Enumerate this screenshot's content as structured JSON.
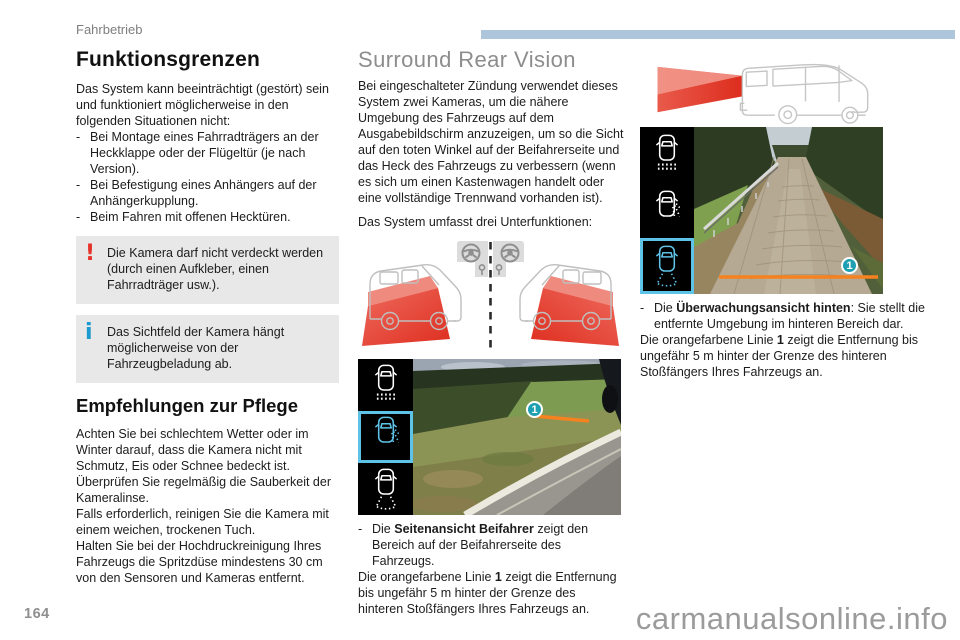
{
  "page": {
    "breadcrumb": "Fahrbetrieb",
    "page_number": "164",
    "watermark": "carmanualsonline.info"
  },
  "glyphs": {
    "dash": "-",
    "warning": "!",
    "info": "i"
  },
  "colors": {
    "accent_bar": "#adc6dc",
    "warning_red": "#e5332a",
    "info_blue": "#1d9bd1",
    "highlight_blue": "#5fc2e7",
    "marker_teal": "#1f9fb2",
    "line_orange": "#f5821f",
    "camera_zone_red": "#e64536"
  },
  "left_column": {
    "title": "Funktionsgrenzen",
    "intro": "Das System kann beeinträchtigt (gestört) sein und funktioniert möglicherweise in den folgenden Situationen nicht:",
    "bullets": [
      "Bei Montage eines Fahrradträgers an der Heckklappe oder der Flügeltür (je nach Version).",
      "Bei Befestigung eines Anhängers auf der Anhängerkupplung.",
      "Beim Fahren mit offenen Hecktüren."
    ],
    "warning_box": "Die Kamera darf nicht verdeckt werden (durch einen Aufkleber, einen Fahrradträger usw.).",
    "info_box": "Das Sichtfeld der Kamera hängt möglicherweise von der Fahrzeugbeladung ab.",
    "care_title": "Empfehlungen zur Pflege",
    "care_text": "Achten Sie bei schlechtem Wetter oder im Winter darauf, dass die Kamera nicht mit Schmutz, Eis oder Schnee bedeckt ist.\nÜberprüfen Sie regelmäßig die Sauberkeit der Kameralinse.\nFalls erforderlich, reinigen Sie die Kamera mit einem weichen, trockenen Tuch.\nHalten Sie bei der Hochdruckreinigung Ihres Fahrzeugs die Spritzdüse mindestens 30 cm von den Sensoren und Kameras entfernt."
  },
  "middle_column": {
    "title": "Surround Rear Vision",
    "intro": "Bei eingeschalteter Zündung verwendet dieses System zwei Kameras, um die nähere Umgebung des Fahrzeugs auf dem Ausgabebildschirm anzuzeigen, um so die Sicht auf den toten Winkel auf der Beifahrerseite und das Heck des Fahrzeugs zu verbessern (wenn es sich um einen Kastenwagen handelt oder eine vollständige Trennwand vorhanden ist).",
    "subfunctions_line": "Das System umfasst drei Unterfunktionen:",
    "marker_label": "1",
    "bullet": {
      "pre": "Die ",
      "bold": "Seitenansicht Beifahrer",
      "post": " zeigt den Bereich auf der Beifahrerseite des Fahrzeugs."
    },
    "orange_note": {
      "pre": "Die orangefarbene Linie ",
      "bold": "1",
      "post": " zeigt die Entfernung bis ungefähr 5 m hinter der Grenze des hinteren Stoßfängers Ihres Fahrzeugs an."
    }
  },
  "right_column": {
    "marker_label": "1",
    "bullet": {
      "pre": "Die ",
      "bold": "Überwachungsansicht hinten",
      "post": ": Sie stellt die entfernte Umgebung im hinteren Bereich dar."
    },
    "orange_note": {
      "pre": "Die orangefarbene Linie ",
      "bold": "1",
      "post": " zeigt die Entfernung bis ungefähr 5 m hinter der Grenze des hinteren Stoßfängers Ihres Fahrzeugs an."
    }
  }
}
